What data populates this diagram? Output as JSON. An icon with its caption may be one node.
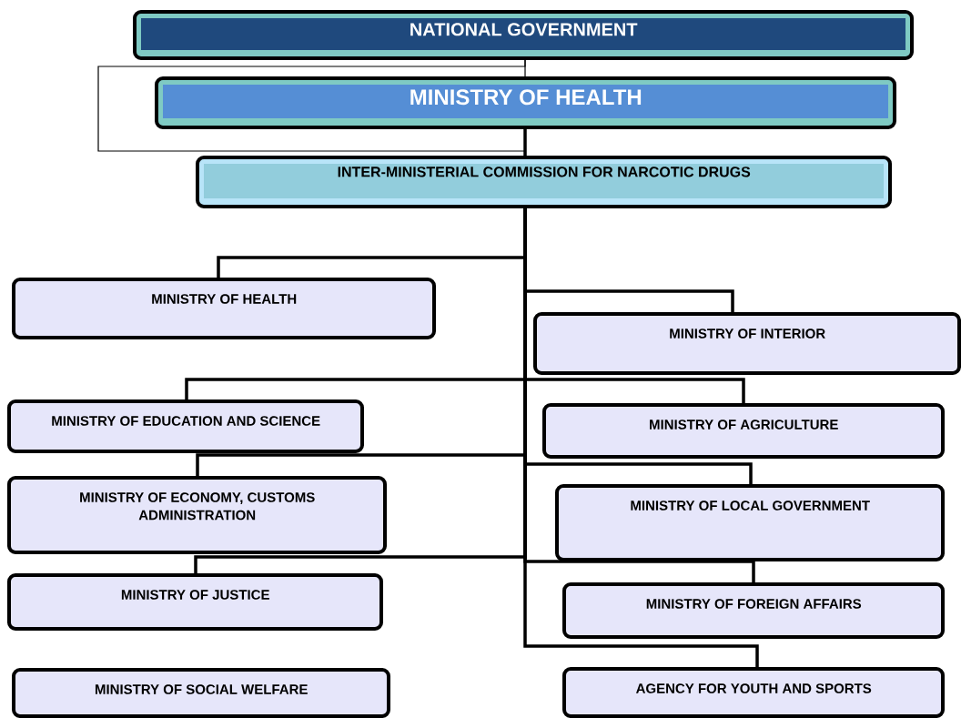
{
  "diagram": {
    "nodes": [
      {
        "text": [
          "NATIONAL GOVERNMENT"
        ]
      },
      {
        "text": [
          "MINISTRY OF HEALTH"
        ]
      },
      {
        "text": [
          "INTER-MINISTERIAL COMMISSION FOR NARCOTIC DRUGS"
        ]
      },
      {
        "text": [
          "MINISTRY OF HEALTH"
        ]
      },
      {
        "text": [
          "MINISTRY OF INTERIOR"
        ]
      },
      {
        "text": [
          "MINISTRY OF EDUCATION AND SCIENCE"
        ]
      },
      {
        "text": [
          "MINISTRY OF AGRICULTURE"
        ]
      },
      {
        "text": [
          "MINISTRY OF ECONOMY, CUSTOMS ADMINISTRATION"
        ]
      },
      {
        "text": [
          "MINISTRY OF LOCAL GOVERNMENT"
        ]
      },
      {
        "text": [
          "MINISTRY OF JUSTICE"
        ]
      },
      {
        "text": [
          "MINISTRY OF FOREIGN AFFAIRS"
        ]
      },
      {
        "text": [
          "MINISTRY OF SOCIAL WELFARE"
        ]
      },
      {
        "text": [
          "AGENCY FOR YOUTH AND SPORTS"
        ]
      }
    ],
    "edges": [
      {
        "from": 0,
        "to": 1,
        "arrow": "none"
      },
      {
        "from": 1,
        "to": 2,
        "arrow": "none"
      },
      {
        "from": 2,
        "to": 3,
        "arrow": "none"
      },
      {
        "from": 2,
        "to": 4,
        "arrow": "none"
      },
      {
        "from": 2,
        "to": 5,
        "arrow": "none"
      },
      {
        "from": 2,
        "to": 6,
        "arrow": "none"
      },
      {
        "from": 2,
        "to": 7,
        "arrow": "none"
      },
      {
        "from": 2,
        "to": 8,
        "arrow": "none"
      },
      {
        "from": 2,
        "to": 9,
        "arrow": "none"
      },
      {
        "from": 2,
        "to": 10,
        "arrow": "none"
      },
      {
        "from": 2,
        "to": 12,
        "arrow": "none"
      }
    ]
  }
}
